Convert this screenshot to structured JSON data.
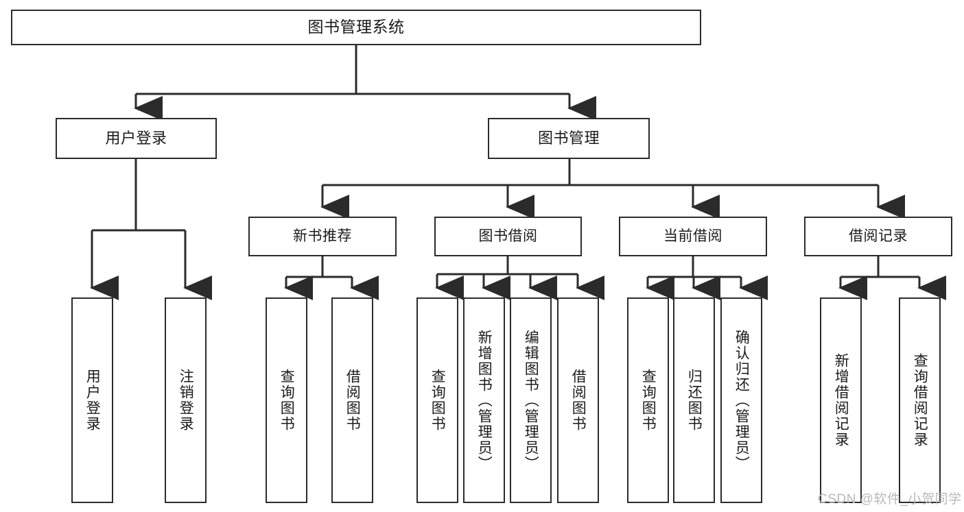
{
  "diagram": {
    "title": "图书管理系统",
    "watermark": "CSDN @软件_小贺同学",
    "colors": {
      "stroke": "#2b2b2b",
      "fill": "#ffffff",
      "text": "#1a1a1a",
      "watermark": "#b8b8b8"
    },
    "root": {
      "label": "图书管理系统"
    },
    "level2": [
      {
        "label": "用户登录"
      },
      {
        "label": "图书管理"
      }
    ],
    "level3": [
      {
        "label": "新书推荐"
      },
      {
        "label": "图书借阅"
      },
      {
        "label": "当前借阅"
      },
      {
        "label": "借阅记录"
      }
    ],
    "leaves": {
      "user_login": [
        {
          "label": "用户登录"
        },
        {
          "label": "注销登录"
        }
      ],
      "new_book_recommend": [
        {
          "label": "查询图书"
        },
        {
          "label": "借阅图书"
        }
      ],
      "book_borrow": [
        {
          "label": "查询图书"
        },
        {
          "label": "新增图书（管理员）"
        },
        {
          "label": "编辑图书（管理员）"
        },
        {
          "label": "借阅图书"
        }
      ],
      "current_borrow": [
        {
          "label": "查询图书"
        },
        {
          "label": "归还图书"
        },
        {
          "label": "确认归还（管理员）"
        }
      ],
      "borrow_record": [
        {
          "label": "新增借阅记录"
        },
        {
          "label": "查询借阅记录"
        }
      ]
    }
  }
}
